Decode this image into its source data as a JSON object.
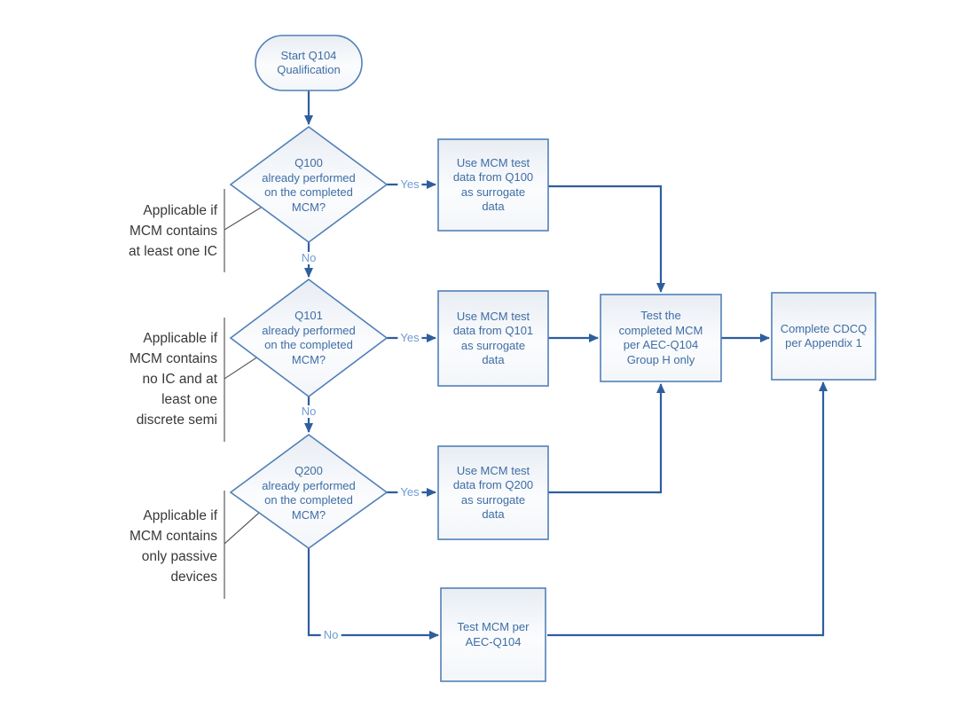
{
  "colors": {
    "connector": "#2e5e9e",
    "shape_border": "#5180b8",
    "shape_fill_top": "#e8edf3",
    "shape_fill_bottom": "#f3f6f9",
    "shape_text": "#3e6da5",
    "edge_label_text": "#6f9bd2",
    "annotation_text": "#383838",
    "callout_line": "#5a5a5a"
  },
  "nodes": {
    "start": {
      "type": "terminator",
      "label": "Start Q104\nQualification"
    },
    "d_q100": {
      "type": "decision",
      "label": "Q100\nalready performed\non the completed\nMCM?"
    },
    "d_q101": {
      "type": "decision",
      "label": "Q101\nalready performed\non the completed\nMCM?"
    },
    "d_q200": {
      "type": "decision",
      "label": "Q200\nalready performed\non the completed\nMCM?"
    },
    "use_q100": {
      "type": "process",
      "label": "Use MCM test\ndata from Q100\nas surrogate\ndata"
    },
    "use_q101": {
      "type": "process",
      "label": "Use MCM test\ndata from Q101\nas surrogate\ndata"
    },
    "use_q200": {
      "type": "process",
      "label": "Use MCM test\ndata from Q200\nas surrogate\ndata"
    },
    "test_group_h": {
      "type": "process",
      "label": "Test the\ncompleted MCM\nper AEC-Q104\nGroup H only"
    },
    "complete_cdcq": {
      "type": "process",
      "label": "Complete CDCQ\nper Appendix 1"
    },
    "test_q104": {
      "type": "process",
      "label": "Test MCM per\nAEC-Q104"
    }
  },
  "edges": {
    "q100_yes": {
      "label": "Yes"
    },
    "q100_no": {
      "label": "No"
    },
    "q101_yes": {
      "label": "Yes"
    },
    "q101_no": {
      "label": "No"
    },
    "q200_yes": {
      "label": "Yes"
    },
    "q200_no": {
      "label": "No"
    }
  },
  "annotations": [
    {
      "label": "Applicable if\nMCM contains\nat least one IC"
    },
    {
      "label": "Applicable if\nMCM contains\nno IC and at\nleast one\ndiscrete semi"
    },
    {
      "label": "Applicable if\nMCM contains\nonly passive\ndevices"
    }
  ]
}
